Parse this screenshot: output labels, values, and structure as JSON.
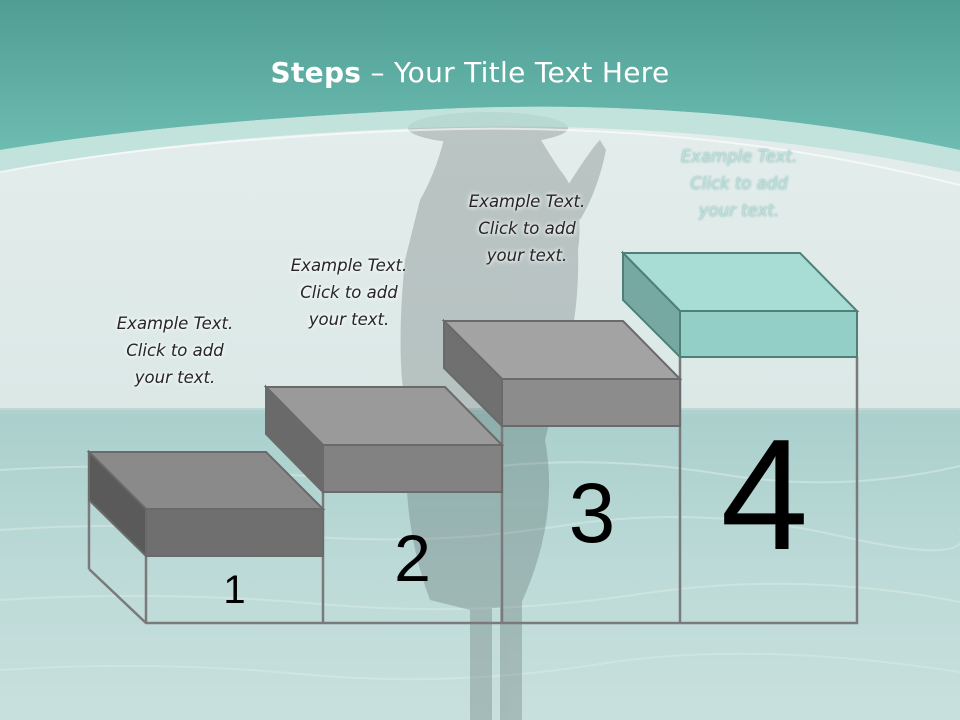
{
  "slide": {
    "title_bold": "Steps",
    "title_rest": " – Your Title Text Here"
  },
  "steps": [
    {
      "number": "1",
      "lines": [
        "Example Text.",
        "Click  to add",
        "your text."
      ]
    },
    {
      "number": "2",
      "lines": [
        "Example Text.",
        "Click  to add",
        "your text."
      ]
    },
    {
      "number": "3",
      "lines": [
        "Example Text.",
        "Click  to add",
        "your text."
      ]
    },
    {
      "number": "4",
      "lines": [
        "Example Text.",
        "Click  to add",
        "your text."
      ]
    }
  ],
  "colors": {
    "header_teal": "#5fb3a8",
    "sea": "#b9d9d6",
    "block_gray": "#8c8c8c",
    "block_gray_dark": "#5e5e5e",
    "block_highlight": "#a3dbd3"
  }
}
